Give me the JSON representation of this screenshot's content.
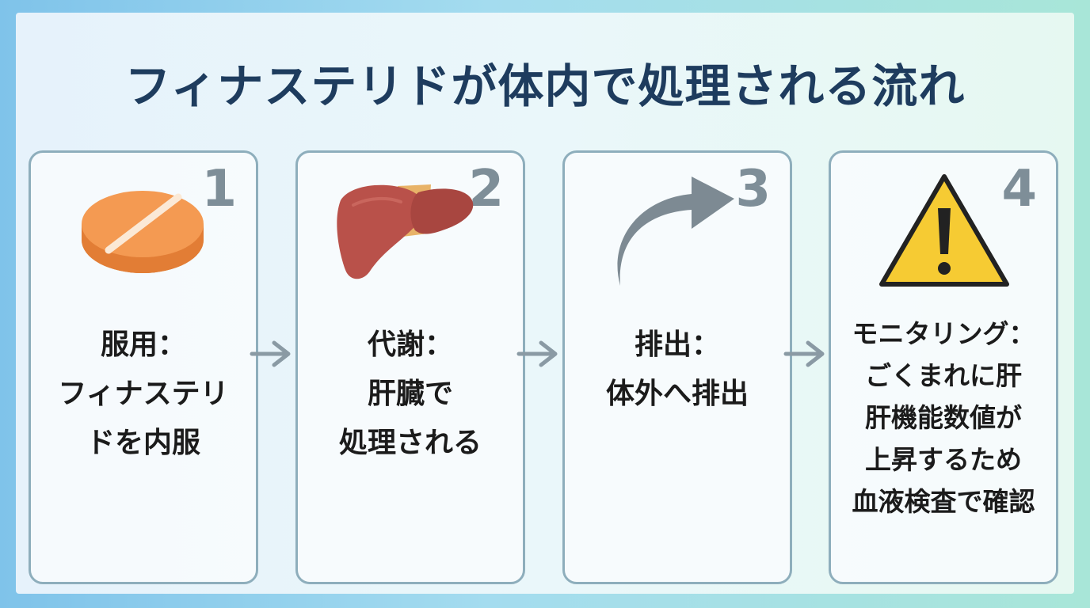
{
  "title": "フィナステリドが体内で処理される流れ",
  "colors": {
    "title": "#1e3c5e",
    "card_border": "#8eaebc",
    "step_number": "#7e8e98",
    "pill": "#f49a52",
    "liver": "#b9514a",
    "gallbladder": "#e8b368",
    "excretion_arrow": "#7d8a93",
    "warning": "#f6cb33"
  },
  "steps": [
    {
      "number": "1",
      "icon": "pill-icon",
      "lines": [
        "服用：",
        "フィナステリ",
        "ドを内服"
      ]
    },
    {
      "number": "2",
      "icon": "liver-icon",
      "lines": [
        "代謝：",
        "肝臓で",
        "処理される"
      ]
    },
    {
      "number": "3",
      "icon": "curved-arrow-icon",
      "lines": [
        "排出：",
        "体外へ排出"
      ]
    },
    {
      "number": "4",
      "icon": "warning-icon",
      "lines": [
        "モニタリング：",
        "ごくまれに肝",
        "肝機能数値が",
        "上昇するため",
        "血液検査で確認"
      ]
    }
  ]
}
